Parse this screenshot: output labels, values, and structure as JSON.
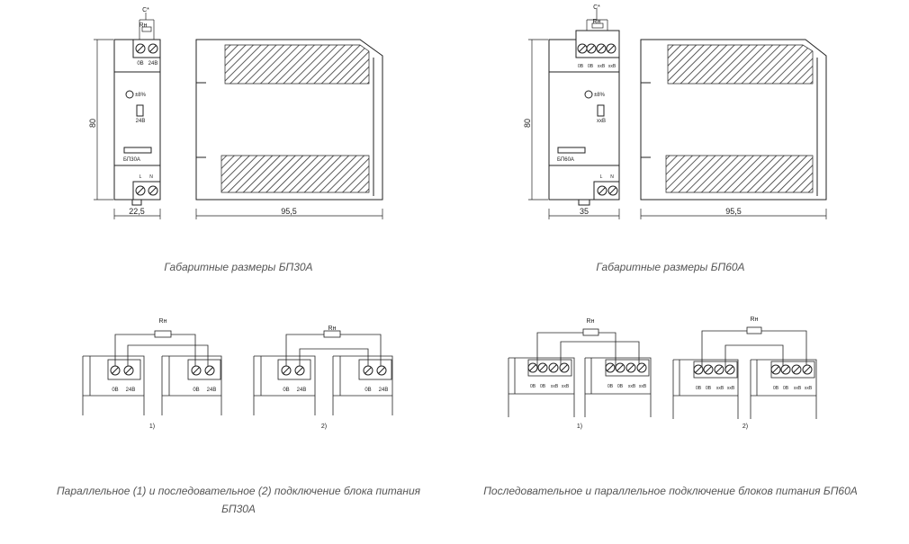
{
  "psu30": {
    "dim_height": "80",
    "dim_width": "22,5",
    "dim_depth": "95,5",
    "term_0v": "0В",
    "term_24v": "24В",
    "adjust": "±8%",
    "output_label": "24В",
    "model": "БП30А",
    "term_l": "L",
    "term_n": "N",
    "cap": "C*",
    "load": "Rн"
  },
  "psu60": {
    "dim_height": "80",
    "dim_width": "35",
    "dim_depth": "95,5",
    "term_0v_a": "0В",
    "term_0v_b": "0В",
    "term_xxv_a": "ххВ",
    "term_xxv_b": "ххВ",
    "adjust": "±8%",
    "output_label": "ххВ",
    "model": "БП60А",
    "term_l": "L",
    "term_n": "N",
    "cap": "C*",
    "load": "Rн"
  },
  "wiring30": {
    "load": "Rн",
    "term_0v": "0В",
    "term_24v": "24В",
    "label_parallel": "1)",
    "label_series": "2)"
  },
  "wiring60": {
    "load": "Rн",
    "term_0v": "0В",
    "term_xxv": "ххВ",
    "label_parallel": "1)",
    "label_series": "2)"
  },
  "captions": {
    "dims30": "Габаритные размеры БП30А",
    "dims60": "Габаритные размеры БП60А",
    "wiring30": "Параллельное (1) и последовательное (2) подключение блока питания БП30А",
    "wiring60": "Последовательное и параллельное подключение блоков питания БП60А"
  }
}
